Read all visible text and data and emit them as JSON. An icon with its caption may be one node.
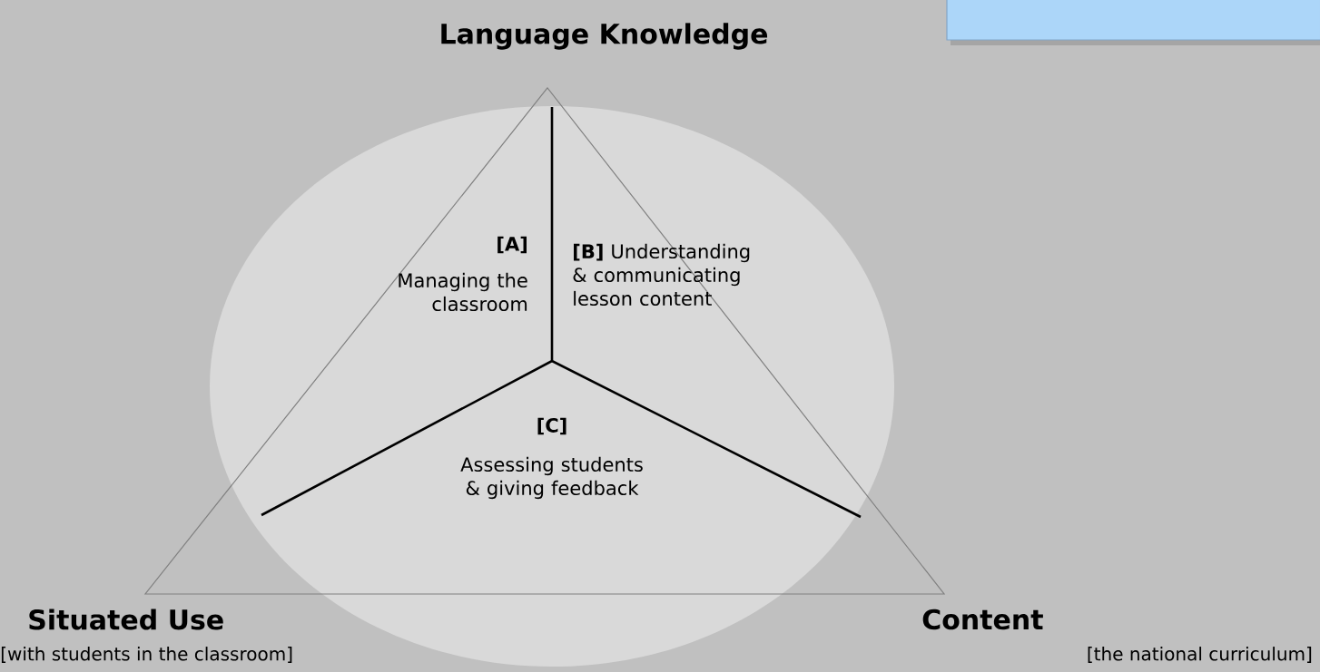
{
  "diagram": {
    "labels": [
      "Language Knowledge",
      "[A]",
      "Managing the classroom",
      "**[B]** Understanding & communicating lesson content",
      "[C]",
      "Assessing students & giving feedback",
      "Situated Use",
      "Content",
      "[with students in the classroom]",
      "[the national curriculum]"
    ]
  }
}
